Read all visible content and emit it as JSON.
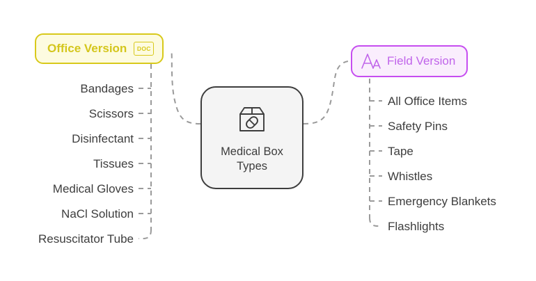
{
  "diagram": {
    "type": "mind-map",
    "center": {
      "label": "Medical Box\nTypes",
      "icon": "medical-box-icon",
      "fill": "#f4f4f4",
      "border": "#3d3d3d"
    },
    "branches": [
      {
        "id": "office-version",
        "label": "Office Version",
        "badge": "DOC",
        "icon": "doc-badge-icon",
        "side": "left",
        "fill": "#fdfbe0",
        "border": "#d8c91a",
        "text_color": "#d4c61c",
        "items": [
          "Bandages",
          "Scissors",
          "Disinfectant",
          "Tissues",
          "Medical Gloves",
          "NaCl Solution",
          "Resuscitator Tube"
        ]
      },
      {
        "id": "field-version",
        "label": "Field Version",
        "icon": "font-size-aa-icon",
        "side": "right",
        "fill": "#faeefd",
        "border": "#c64df0",
        "text_color": "#c064ea",
        "items": [
          "All Office Items",
          "Safety Pins",
          "Tape",
          "Whistles",
          "Emergency Blankets",
          "Flashlights"
        ]
      }
    ],
    "edge_color": "#9a9a9a",
    "background": "#ffffff"
  }
}
